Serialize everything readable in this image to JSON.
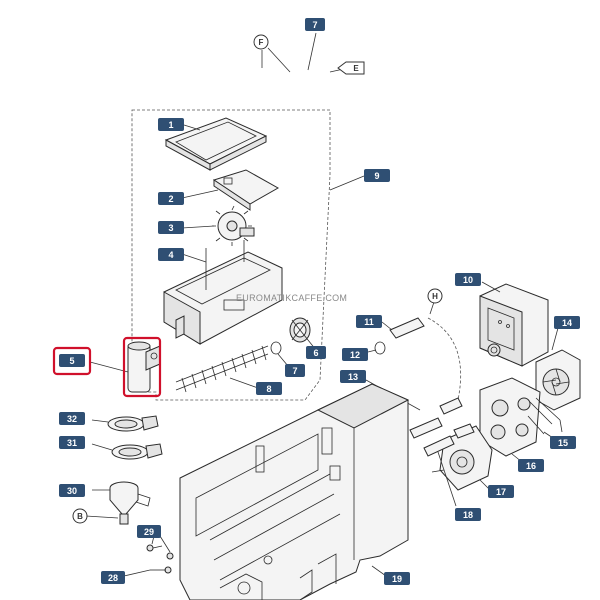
{
  "diagram": {
    "watermark": "EUROMATIKCAFFE.COM",
    "highlight_color": "#d0102b",
    "label_color": "#2f4f73",
    "labels": {
      "l1": "1",
      "l2": "2",
      "l3": "3",
      "l4": "4",
      "l5": "5",
      "l6": "6",
      "l7a": "7",
      "l7b": "7",
      "l8": "8",
      "l9": "9",
      "l10": "10",
      "l11": "11",
      "l12": "12",
      "l13": "13",
      "l14": "14",
      "l15": "15",
      "l16": "16",
      "l17": "17",
      "l18": "18",
      "l19": "19",
      "l28": "28",
      "l29": "29",
      "l30": "30",
      "l31": "31",
      "l32": "32"
    },
    "letters": {
      "E": "E",
      "F": "F",
      "H": "H",
      "B": "B"
    }
  }
}
